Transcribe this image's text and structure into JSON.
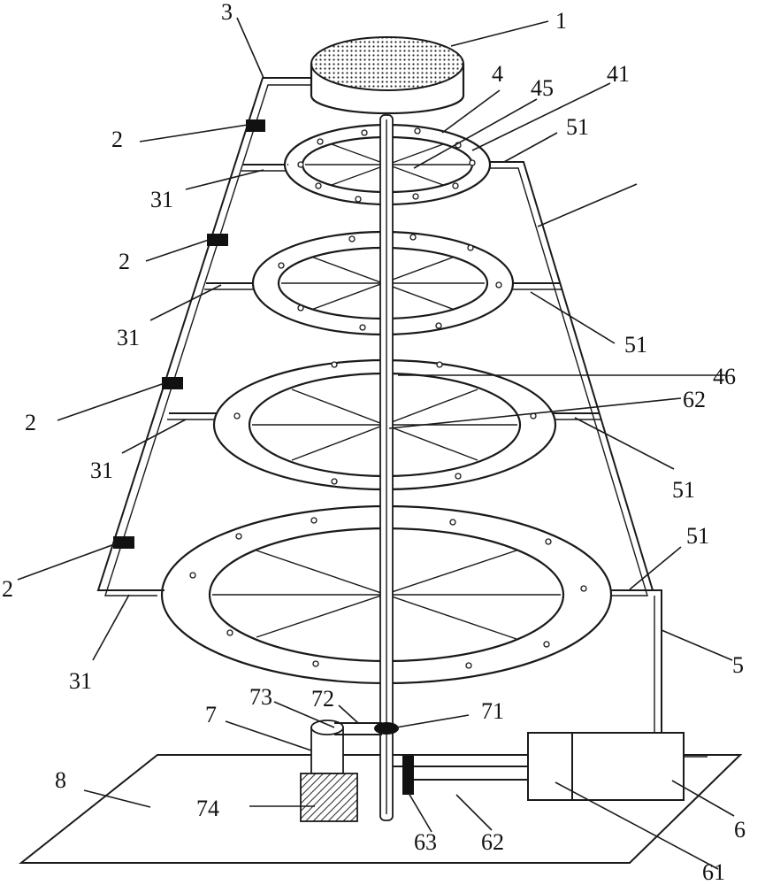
{
  "labels": {
    "l1": "1",
    "l3": "3",
    "l4": "4",
    "l45": "45",
    "l41": "41",
    "l51a": "51",
    "l2a": "2",
    "l31a": "31",
    "l2b": "2",
    "l31b": "31",
    "l51b": "51",
    "l46": "46",
    "l62a": "62",
    "l2c": "2",
    "l31c": "31",
    "l51c": "51",
    "l51d": "51",
    "l2d": "2",
    "l31d": "31",
    "l5": "5",
    "l73": "73",
    "l72": "72",
    "l71": "71",
    "l7": "7",
    "l8": "8",
    "l74": "74",
    "l63": "63",
    "l62b": "62",
    "l6": "6",
    "l61": "61"
  }
}
